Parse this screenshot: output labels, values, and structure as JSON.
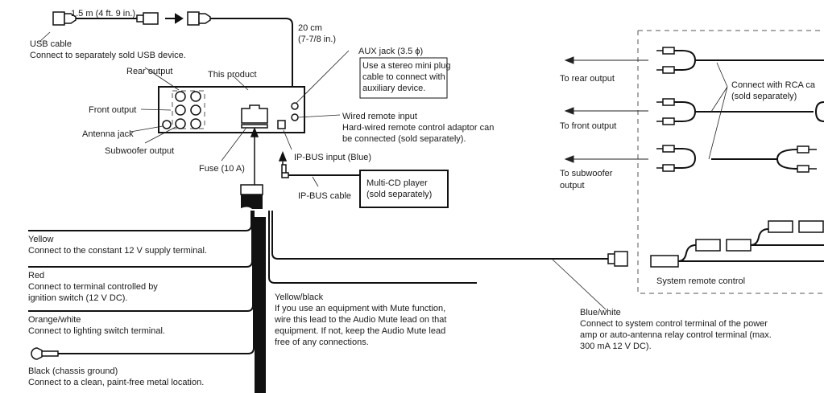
{
  "usb": {
    "length": "1.5 m (4 ft. 9 in.)",
    "title": "USB cable",
    "desc": "Connect to separately sold USB device.",
    "ext_len1": "20 cm",
    "ext_len2": "(7-7/8 in.)"
  },
  "aux": {
    "title": "AUX jack (3.5 ϕ)",
    "note": [
      "Use a stereo mini plug",
      "cable to connect with",
      "auxiliary device."
    ]
  },
  "product": {
    "title": "This product",
    "rear": "Rear output",
    "front": "Front output",
    "antenna": "Antenna jack",
    "sub": "Subwoofer output",
    "fuse": "Fuse (10 A)"
  },
  "wired_remote": {
    "title": "Wired remote input",
    "desc": [
      "Hard-wired remote control adaptor can",
      "be connected (sold separately)."
    ]
  },
  "ipbus": {
    "input": "IP-BUS input (Blue)",
    "cable": "IP-BUS cable",
    "cd": [
      "Multi-CD player",
      "(sold separately)"
    ]
  },
  "leads": [
    {
      "color": "Yellow",
      "desc": [
        "Connect to the constant 12 V supply terminal."
      ]
    },
    {
      "color": "Red",
      "desc": [
        "Connect to terminal controlled by",
        "ignition switch (12 V DC)."
      ]
    },
    {
      "color": "Orange/white",
      "desc": [
        "Connect to lighting switch terminal."
      ]
    },
    {
      "color": "Black (chassis ground)",
      "desc": [
        "Connect to a clean, paint-free metal location."
      ]
    }
  ],
  "mute": {
    "color": "Yellow/black",
    "desc": [
      "If you use an equipment with Mute function,",
      "wire this lead to the Audio Mute lead on that",
      "equipment. If not, keep the Audio Mute lead",
      "free of any connections."
    ]
  },
  "bluewhite": {
    "color": "Blue/white",
    "desc": [
      "Connect to system control terminal of the power",
      "amp or auto-antenna relay control terminal (max.",
      "300 mA 12 V DC)."
    ]
  },
  "outputs": {
    "rear": "To rear output",
    "front": "To front output",
    "sub1": "To subwoofer",
    "sub2": "output",
    "rca1": "Connect with RCA ca",
    "rca2": "(sold separately)",
    "system_remote": "System remote control"
  }
}
